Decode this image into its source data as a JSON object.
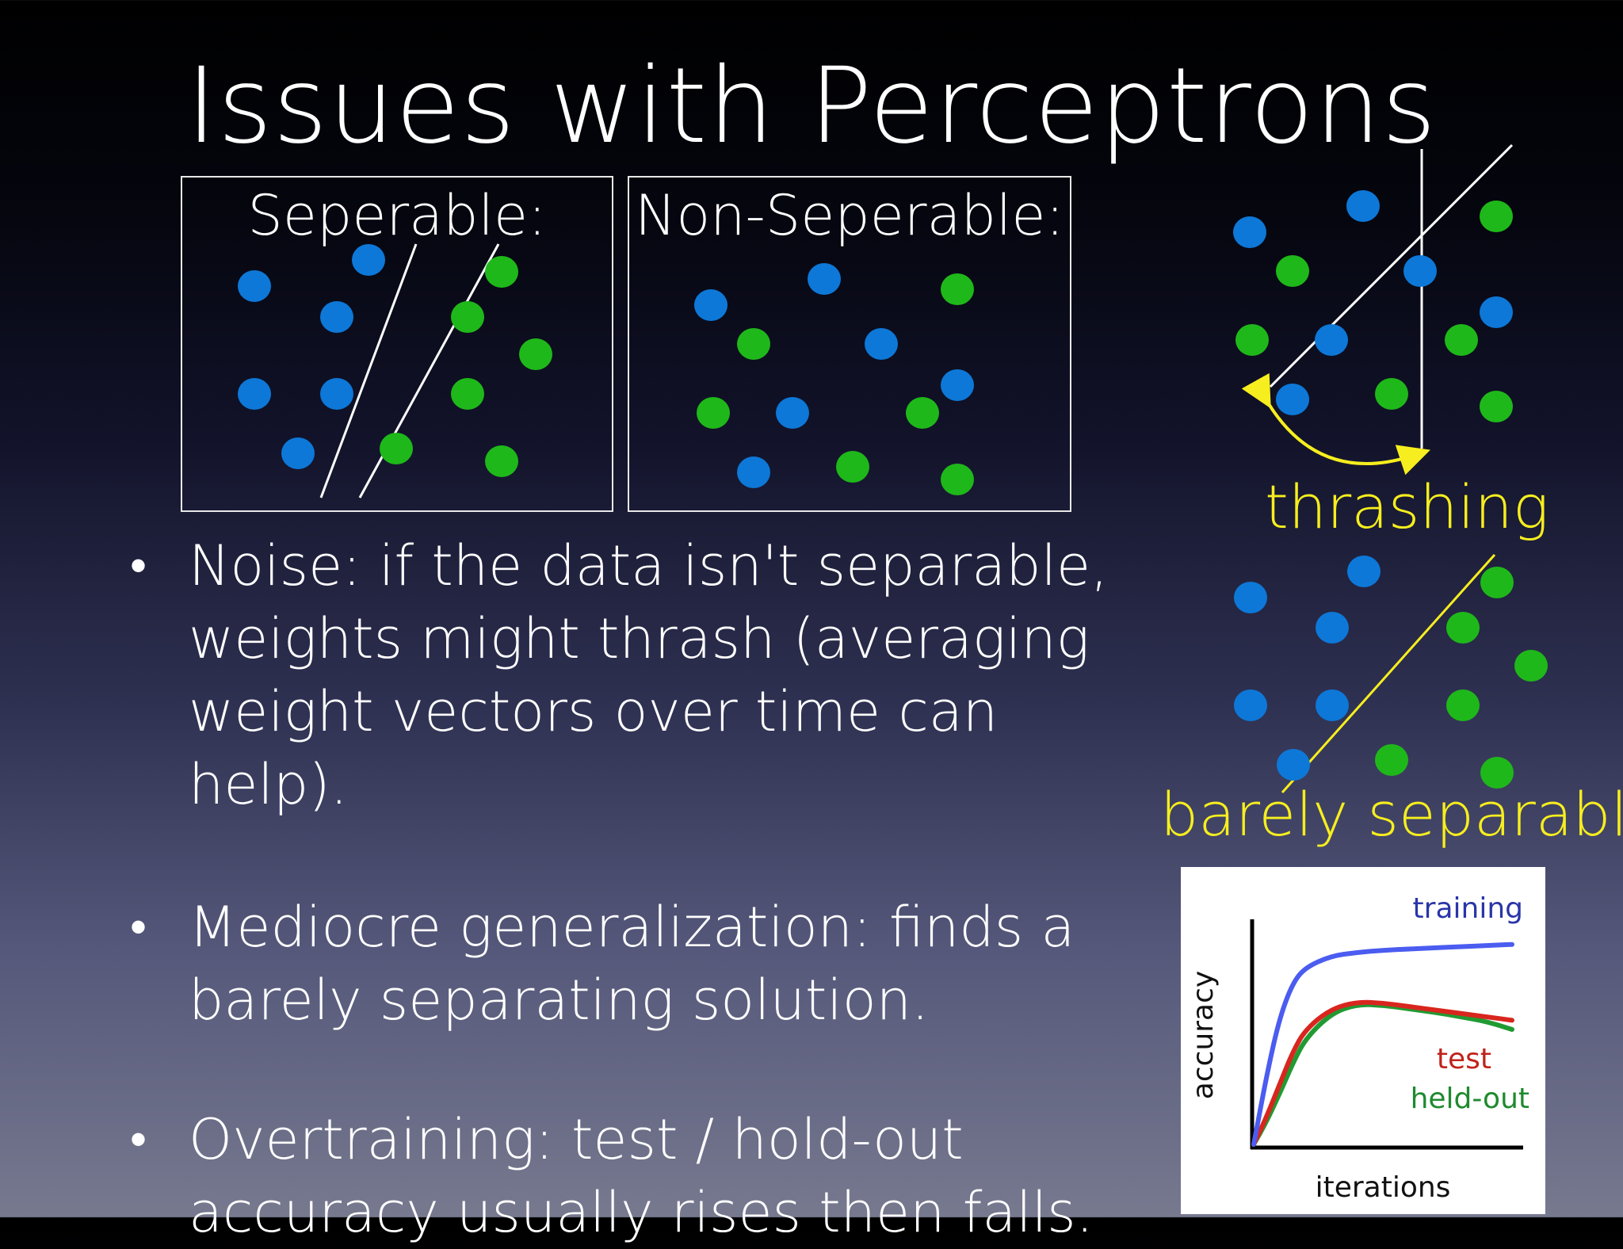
{
  "slide": {
    "title": "Issues with Perceptrons"
  },
  "panels": {
    "separable_label": "Seperable:",
    "nonseparable_label": "Non-Seperable:"
  },
  "annotations": {
    "thrashing": "thrashing",
    "barely_separable": "barely separable"
  },
  "bullets": [
    {
      "lines": [
        "Noise: if the data isn't separable,",
        "weights might thrash (averaging",
        "weight vectors over time can help)."
      ]
    },
    {
      "lines": [
        "Mediocre generalization: finds a",
        "barely separating solution."
      ]
    },
    {
      "lines": [
        "Overtraining: test / hold-out",
        "accuracy usually rises then falls."
      ]
    }
  ],
  "colors": {
    "blue_point": "#0d78d8",
    "green_point": "#1fb81a",
    "annotation_yellow": "#f6ee1e",
    "training_line": "#4b5cf0",
    "test_line": "#d8261e",
    "heldout_line": "#209a32"
  },
  "chart_data": {
    "type": "line",
    "xlabel": "iterations",
    "ylabel": "accuracy",
    "series": [
      {
        "name": "training",
        "x": [
          0,
          0.05,
          0.1,
          0.15,
          0.2,
          0.3,
          0.4,
          0.5,
          0.6,
          0.7,
          0.8,
          0.9,
          1.0
        ],
        "y": [
          0,
          0.3,
          0.55,
          0.7,
          0.77,
          0.82,
          0.835,
          0.845,
          0.85,
          0.855,
          0.86,
          0.865,
          0.87
        ]
      },
      {
        "name": "test",
        "x": [
          0,
          0.05,
          0.1,
          0.15,
          0.2,
          0.3,
          0.4,
          0.5,
          0.6,
          0.7,
          0.8,
          0.9,
          1.0
        ],
        "y": [
          0,
          0.12,
          0.26,
          0.4,
          0.5,
          0.59,
          0.62,
          0.615,
          0.6,
          0.585,
          0.57,
          0.555,
          0.54
        ]
      },
      {
        "name": "held-out",
        "x": [
          0,
          0.05,
          0.1,
          0.15,
          0.2,
          0.3,
          0.4,
          0.5,
          0.6,
          0.7,
          0.8,
          0.9,
          1.0
        ],
        "y": [
          0,
          0.1,
          0.22,
          0.35,
          0.46,
          0.57,
          0.61,
          0.605,
          0.59,
          0.575,
          0.555,
          0.535,
          0.5
        ]
      }
    ]
  }
}
